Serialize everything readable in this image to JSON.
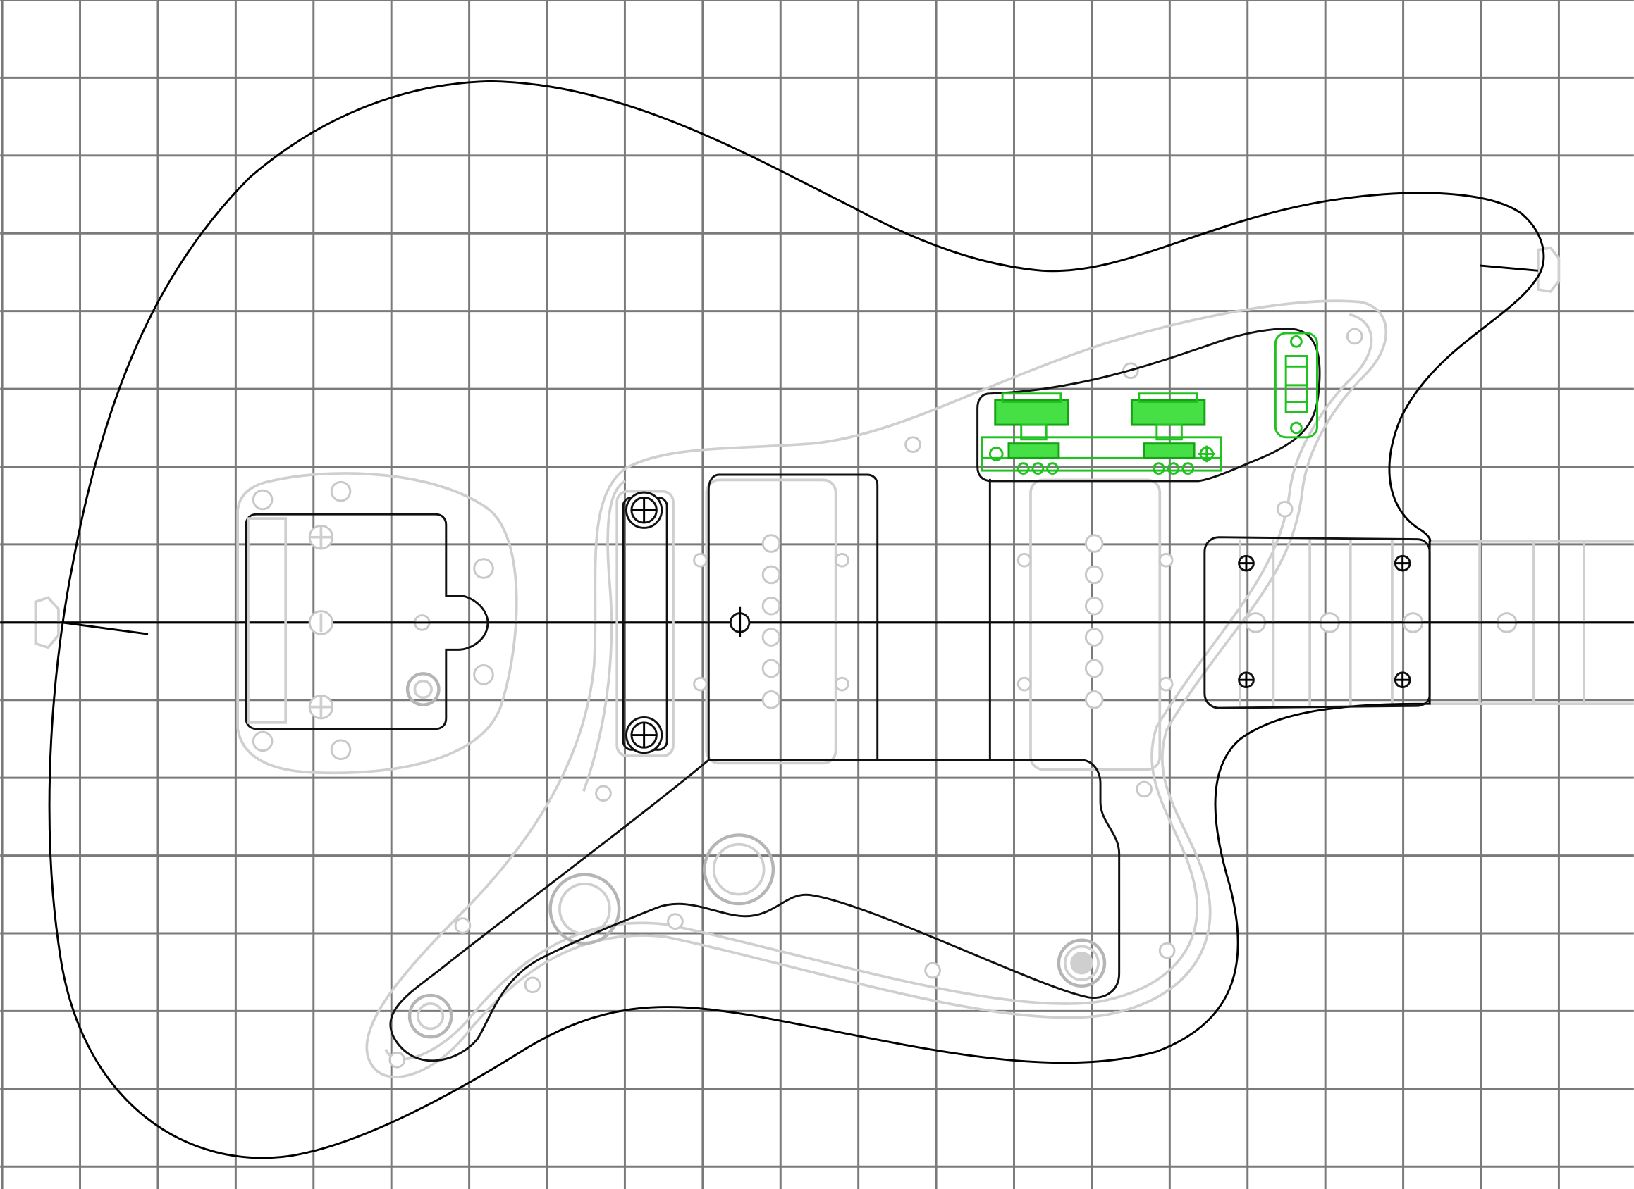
{
  "drawing": {
    "colors": {
      "background": "#ffffff",
      "grid": "#7a7a7a",
      "outline": "#000000",
      "ghost_parts": "#cfcfcf",
      "control_highlight": "#46e046"
    },
    "parts": [
      "guitar-body-outline",
      "pickguard",
      "neck-pocket",
      "bridge-pickup",
      "neck-pickup",
      "tremolo-plate",
      "rhythm-circuit-plate",
      "output-jack"
    ],
    "grid": {
      "visible": true
    }
  }
}
